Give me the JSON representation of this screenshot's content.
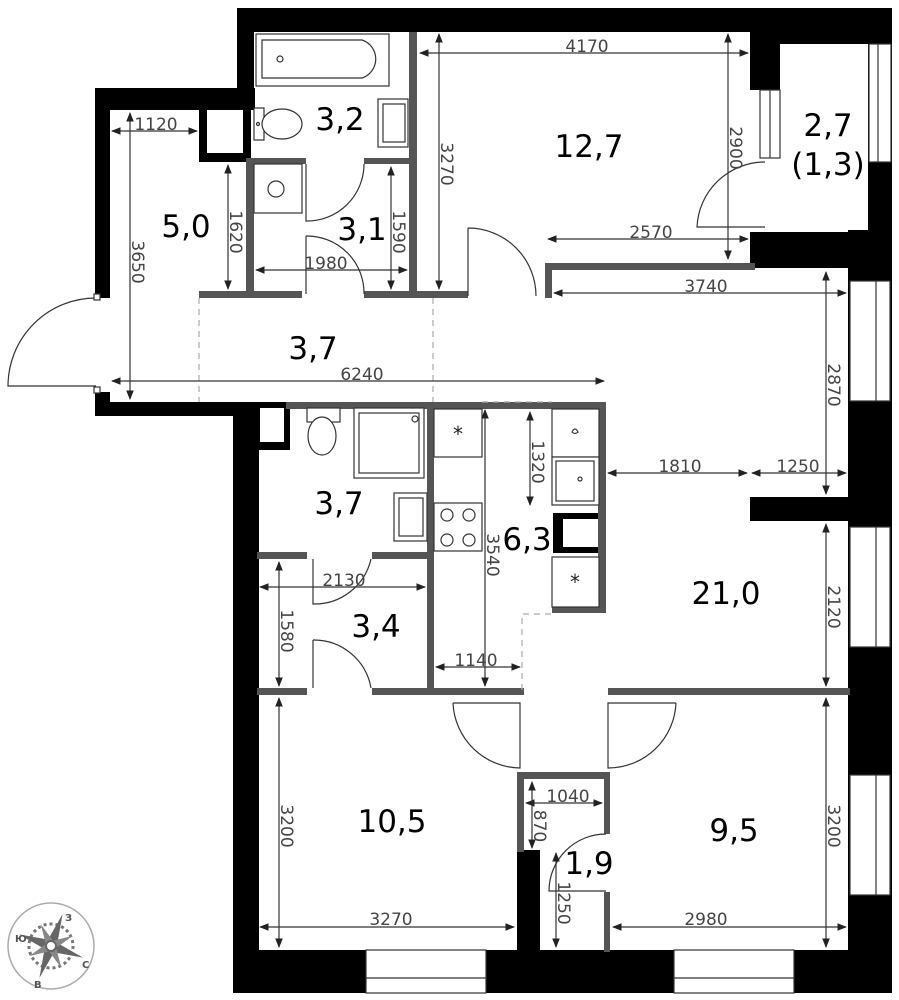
{
  "plan": {
    "type": "apartment-floor-plan",
    "colors": {
      "exterior_wall": "#000000",
      "interior_wall": "#555555",
      "dimension": "#444444",
      "area_label": "#000000"
    }
  },
  "rooms": {
    "hall_entry": {
      "area": "5,0"
    },
    "bathroom": {
      "area": "3,2"
    },
    "laundry_corridor": {
      "area": "3,1"
    },
    "bedroom_top": {
      "area": "12,7"
    },
    "balcony": {
      "area": "2,7",
      "reduced_area": "(1,3)"
    },
    "corridor": {
      "area": "3,7"
    },
    "wc_shower": {
      "area": "3,7"
    },
    "kitchen": {
      "area": "6,3"
    },
    "storage": {
      "area": "3,4"
    },
    "living_room": {
      "area": "21,0"
    },
    "bedroom_left": {
      "area": "10,5"
    },
    "closet": {
      "area": "1,9"
    },
    "bedroom_right": {
      "area": "9,5"
    }
  },
  "dimensions": {
    "hall_width": "1120",
    "hall_length": "3650",
    "laundry_height": "1620",
    "laundry_corridor_width": "1980",
    "laundry_corridor_height": "1590",
    "bedroom_top_width": "4170",
    "bedroom_top_height": "3270",
    "bedroom_top_inner_width": "2570",
    "bedroom_top_right_height": "2900",
    "living_top_width": "3740",
    "living_top_height": "2870",
    "corridor_length": "6240",
    "kitchen_counter_height": "1320",
    "kitchen_length": "3540",
    "kitchen_to_column": "1810",
    "column_width": "1250",
    "living_lower_height": "2120",
    "storage_width": "2130",
    "storage_height": "1580",
    "kitchen_width": "1140",
    "bedroom_left_height": "3200",
    "bedroom_left_width": "3270",
    "closet_width": "1040",
    "closet_height_top": "870",
    "closet_height_bottom": "1250",
    "bedroom_right_width": "2980",
    "bedroom_right_height": "3200"
  },
  "compass": {
    "north": "З",
    "east": "С",
    "south": "В",
    "west": "Ю"
  }
}
